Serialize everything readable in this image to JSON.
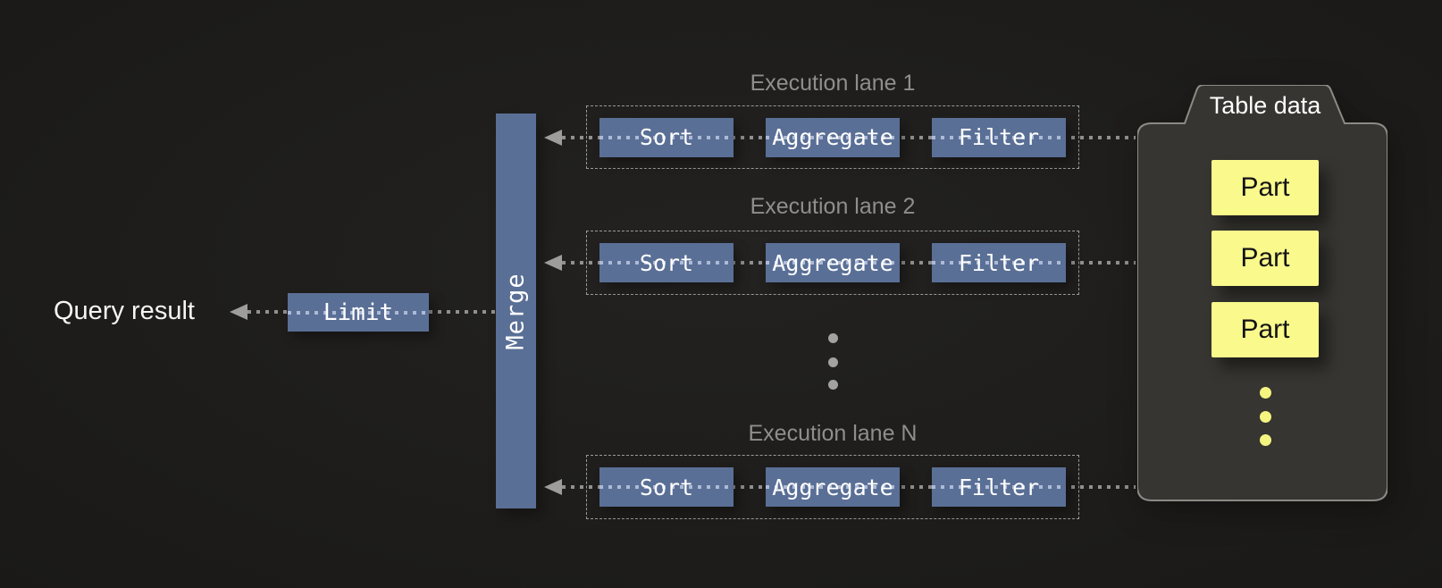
{
  "pipeline": {
    "result_label": "Query result",
    "limit_label": "Limit",
    "merge_label": "Merge"
  },
  "lanes": [
    {
      "title": "Execution lane 1",
      "operators": [
        "Sort",
        "Aggregate",
        "Filter"
      ]
    },
    {
      "title": "Execution lane 2",
      "operators": [
        "Sort",
        "Aggregate",
        "Filter"
      ]
    },
    {
      "title": "Execution lane N",
      "operators": [
        "Sort",
        "Aggregate",
        "Filter"
      ]
    }
  ],
  "table_data": {
    "title": "Table data",
    "parts": [
      "Part",
      "Part",
      "Part"
    ]
  },
  "colors": {
    "background": "#1d1c1a",
    "operator_blue": "#5a6f96",
    "flow_dot_gray": "#909090",
    "flow_dot_light": "#adbad6",
    "part_yellow": "#f9f98c",
    "folder_fill": "#363531",
    "folder_border": "#8b8a85",
    "lane_title_gray": "#8e8e8e"
  }
}
